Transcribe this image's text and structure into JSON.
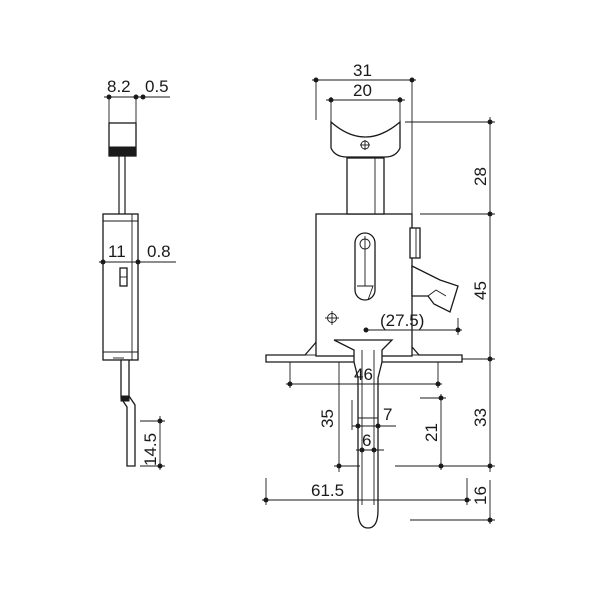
{
  "drawing": {
    "side_view": {
      "width": "8.2",
      "offset": "0.5",
      "body_width": "11",
      "plate": "0.8",
      "bend": "14.5"
    },
    "front_view": {
      "total_width": "31",
      "handle_width": "20",
      "handle_height": "28",
      "body_height": "45",
      "catch_offset": "(27.5)",
      "flange_width": "46",
      "pin_drop": "33",
      "pin_length": "35",
      "pin_diameter": "7",
      "pin_tip": "6",
      "pin_height": "21",
      "overall_width": "61.5",
      "tip_height": "16"
    }
  }
}
